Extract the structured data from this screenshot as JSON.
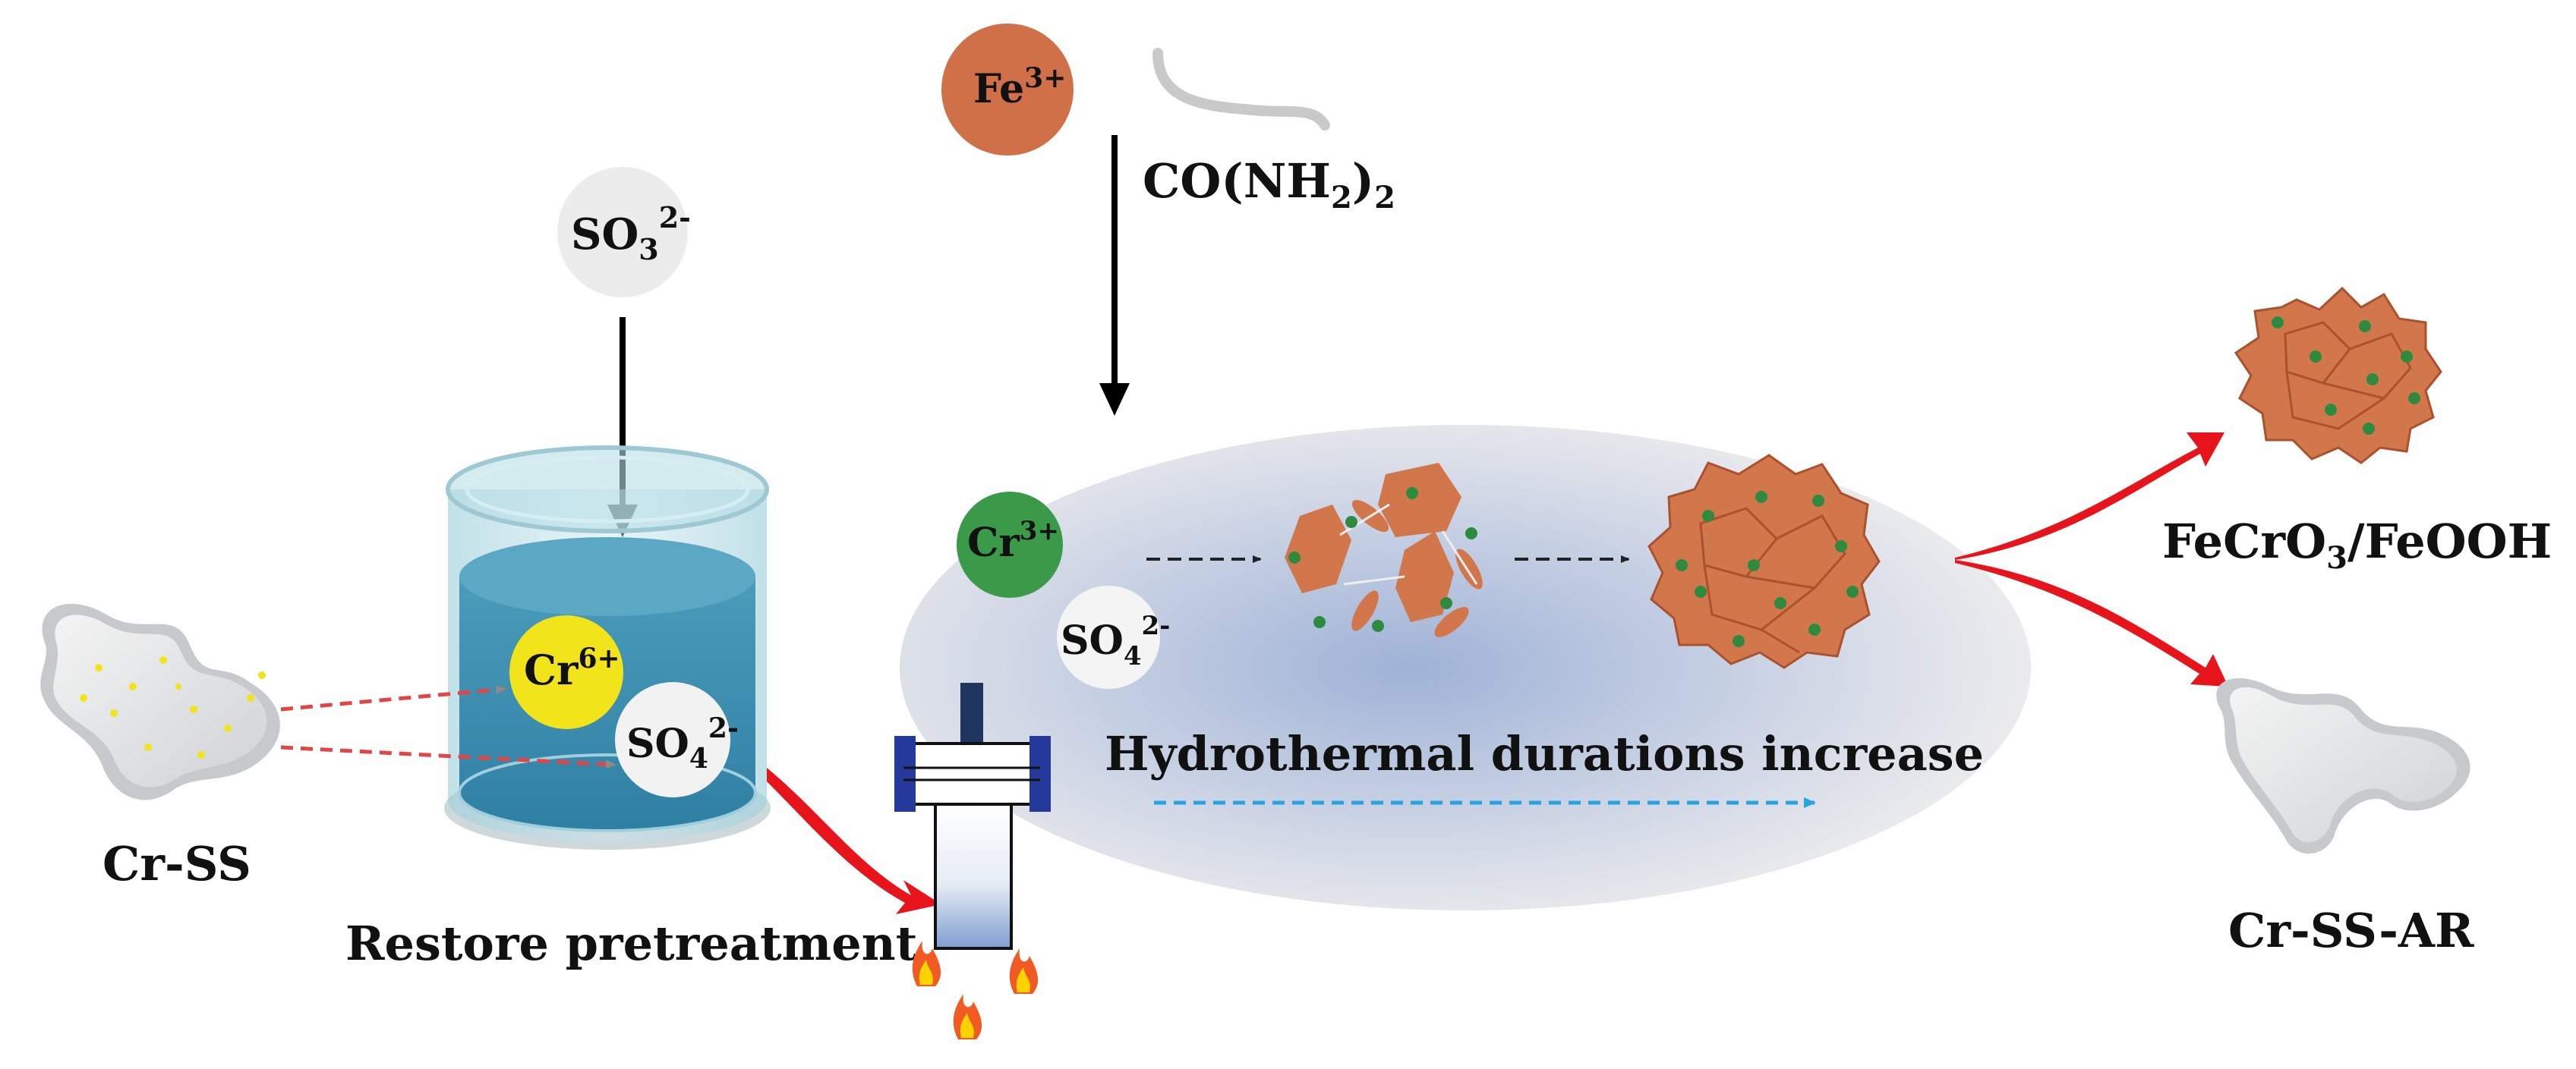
{
  "labels": {
    "fe_ion": "Fe",
    "fe_charge": "3+",
    "urea_prefix": "CO(NH",
    "urea_sub": "2",
    "urea_close": ")",
    "urea_sub2": "2",
    "so3_base": "SO",
    "so3_sub": "3",
    "so3_charge": "2-",
    "cr6_base": "Cr",
    "cr6_charge": "6+",
    "so4_left_base": "SO",
    "so4_left_sub": "4",
    "so4_left_charge": "2-",
    "cr3_base": "Cr",
    "cr3_charge": "3+",
    "so4_mid_base": "SO",
    "so4_mid_sub": "4",
    "so4_mid_charge": "2-",
    "cr_ss": "Cr-SS",
    "restore": "Restore pretreatment",
    "hydrothermal": "Hydrothermal durations increase",
    "product1_a": "FeCrO",
    "product1_sub": "3",
    "product1_b": "/FeOOH",
    "product2": "Cr-SS-AR"
  },
  "colors": {
    "fe_ball": "#cf7048",
    "cr3_ball": "#3a9a4a",
    "cr6_ball": "#f2e41a",
    "so_ball": "#ececec",
    "crystal": "#d2764c",
    "crystal_edge": "#a9522d",
    "red_arrow": "#e8141c",
    "red_dash": "#e24545",
    "blue_dash": "#27a3e0",
    "water": "#3b8fae",
    "flange": "#25399a",
    "ellipse_center": "#9fb2d6",
    "ellipse_edge": "#ececec",
    "sludge": "#d5d7d8"
  },
  "icons": [
    "flame-icon",
    "autoclave-icon",
    "beaker-icon",
    "sludge-icon",
    "crystal-icon"
  ]
}
